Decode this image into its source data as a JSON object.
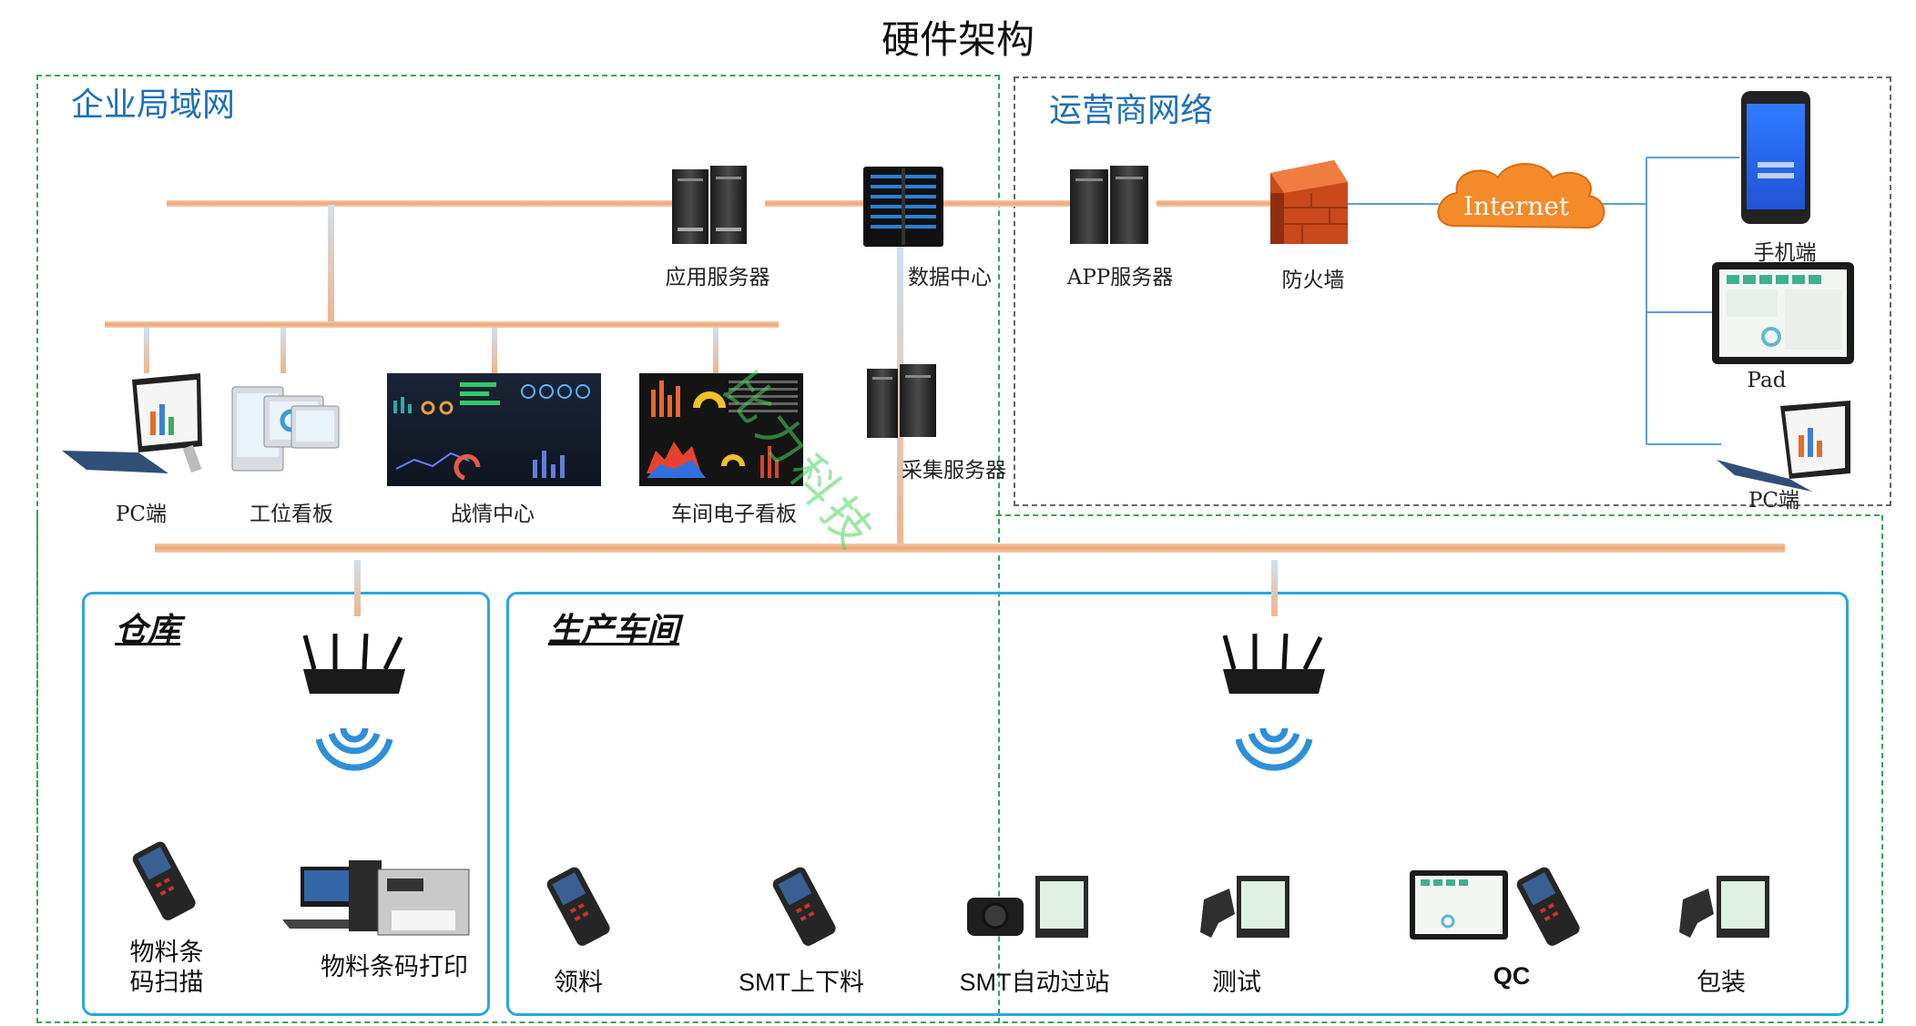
{
  "title": "硬件架构",
  "regions": {
    "enterprise_lan": "企业局域网",
    "carrier_network": "运营商网络"
  },
  "zones": {
    "warehouse": "仓库",
    "workshop": "生产车间"
  },
  "nodes": {
    "app_server": "应用服务器",
    "data_center": "数据中心",
    "app_server2": "APP服务器",
    "firewall": "防火墙",
    "internet": "Internet",
    "mobile": "手机端",
    "pad": "Pad",
    "pc_remote": "PC端",
    "collect_server": "采集服务器",
    "pc": "PC端",
    "station_board": "工位看板",
    "war_room": "战情中心",
    "workshop_board": "车间电子看板"
  },
  "devices": {
    "barcode_scan": "物料条\n码扫描",
    "barcode_print": "物料条码打印",
    "picking": "领料",
    "smt_load": "SMT上下料",
    "smt_pass": "SMT自动过站",
    "test": "测试",
    "qc": "QC",
    "packing": "包装"
  },
  "watermark": "比力科技",
  "colors": {
    "backbone": "#f2b48a",
    "link_blue": "#5aa0d8",
    "region_title": "#1f6fb7",
    "zone_border": "#29a7dd",
    "wifi": "#2e8fd8"
  }
}
